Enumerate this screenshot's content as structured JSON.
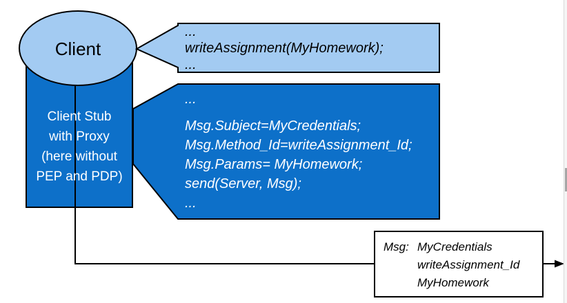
{
  "colors": {
    "dark_blue": "#0d70c9",
    "light_blue": "#a3cbf2",
    "outline": "#000000",
    "background": "#ffffff",
    "scrollbar_track": "#f5f5f5",
    "scrollbar_thumb": "#a6a6a6"
  },
  "client": {
    "label": "Client"
  },
  "client_stub": {
    "lines": [
      "Client Stub",
      "with Proxy",
      "(here without",
      "PEP and PDP)"
    ]
  },
  "client_code_callout": {
    "lines": [
      "...",
      "writeAssignment(MyHomework);",
      "..."
    ]
  },
  "stub_code_callout": {
    "lines": [
      "...",
      "Msg.Subject=MyCredentials;",
      "Msg.Method_Id=writeAssignment_Id;",
      "Msg.Params= MyHomework;",
      "send(Server, Msg);",
      "..."
    ]
  },
  "message_box": {
    "label": "Msg:",
    "values": [
      "MyCredentials",
      "writeAssignment_Id",
      "MyHomework"
    ]
  }
}
